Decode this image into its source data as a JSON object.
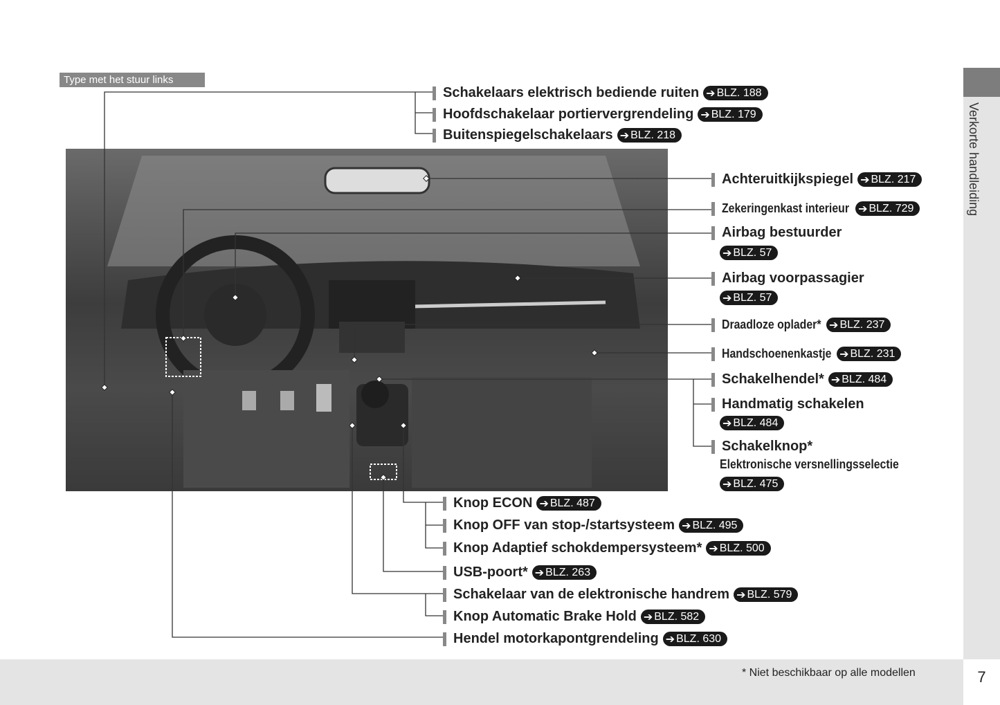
{
  "tag": "Type met het stuur links",
  "side_title": "Verkorte handleiding",
  "footnote": "* Niet beschikbaar op alle modellen",
  "page_number": "7",
  "arrow": "➔",
  "labels": [
    {
      "text": "Schakelaars elektrisch bediende ruiten",
      "ref": "BLZ. 188"
    },
    {
      "text": "Hoofdschakelaar portiervergrendeling",
      "ref": "BLZ. 179"
    },
    {
      "text": "Buitenspiegelschakelaars",
      "ref": "BLZ. 218"
    },
    {
      "text": "Achteruitkijkspiegel",
      "ref": "BLZ. 217"
    },
    {
      "text": "Zekeringenkast interieur",
      "ref": "BLZ. 729"
    },
    {
      "text": "Airbag bestuurder",
      "ref": "BLZ. 57"
    },
    {
      "text": "Airbag voorpassagier",
      "ref": "BLZ. 57"
    },
    {
      "text": "Draadloze oplader*",
      "ref": "BLZ. 237"
    },
    {
      "text": "Handschoenenkastje",
      "ref": "BLZ. 231"
    },
    {
      "text": "Schakelhendel*",
      "ref": "BLZ. 484"
    },
    {
      "text": "Handmatig schakelen",
      "ref": "BLZ. 484"
    },
    {
      "text": "Schakelknop*",
      "sub": "Elektronische versnellingsselectie",
      "ref": "BLZ. 475"
    },
    {
      "text": "Knop ECON",
      "ref": "BLZ. 487"
    },
    {
      "text": "Knop OFF van stop-/startsysteem",
      "ref": "BLZ. 495"
    },
    {
      "text": "Knop Adaptief schokdempersysteem*",
      "ref": "BLZ. 500"
    },
    {
      "text": "USB-poort*",
      "ref": "BLZ. 263"
    },
    {
      "text": "Schakelaar van de elektronische handrem",
      "ref": "BLZ. 579"
    },
    {
      "text": "Knop Automatic Brake Hold",
      "ref": "BLZ. 582"
    },
    {
      "text": "Hendel motorkapontgrendeling",
      "ref": "BLZ. 630"
    }
  ]
}
